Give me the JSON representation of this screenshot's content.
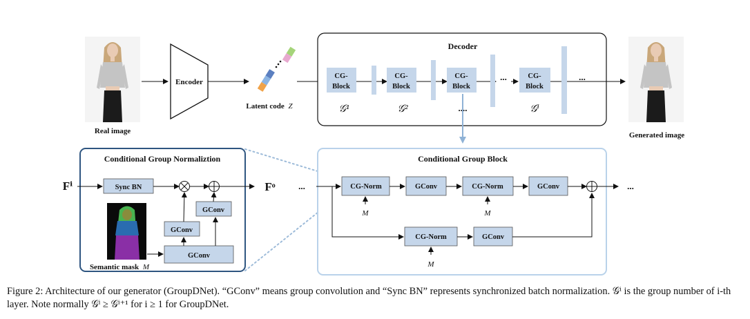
{
  "top": {
    "real_image_label": "Real image",
    "encoder_label": "Encoder",
    "latent_label": "Latent code",
    "latent_symbol": "Z",
    "decoder_title": "Decoder",
    "cg_block_line1": "CG-",
    "cg_block_line2": "Block",
    "group_labels": [
      "𝒢¹",
      "𝒢²",
      "....",
      "𝒢ⁱ"
    ],
    "ellipsis": "...",
    "generated_image_label": "Generated image"
  },
  "cgn": {
    "title": "Conditional Group Normaliztion",
    "f_in": "Fⁱ",
    "f_out": "Fᵒ",
    "sync_bn": "Sync BN",
    "gconv": "GConv",
    "multiply": "⊗",
    "add": "⊕",
    "mask_label": "Semantic mask",
    "mask_symbol": "M"
  },
  "cgb": {
    "title": "Conditional Group Block",
    "cg_norm": "CG-Norm",
    "gconv": "GConv",
    "m_symbol": "M",
    "ellipsis": "...",
    "add": "⊕"
  },
  "caption": {
    "text": "Figure 2: Architecture of our generator (GroupDNet). “GConv” means group convolution and “Sync BN” represents synchronized batch normalization. 𝒢ⁱ is the group number of i-th layer. Note normally 𝒢ⁱ ≥ 𝒢ⁱ⁺¹ for i ≥ 1 for GroupDNet."
  },
  "colors": {
    "block_fill": "#c5d6ea",
    "block_stroke": "#7a98bb",
    "cgn_frame": "#2e5580",
    "cgb_frame": "#b9d2ea",
    "link_dotted": "#9dbbd9",
    "skin": "#e9cbb4",
    "hair": "#c9a77a",
    "sweater": "#c4c4c4",
    "skirt": "#1b1b1b",
    "mask_bg": "#0a0a0a",
    "mask_head": "#8a8c3c",
    "mask_hair": "#49b350",
    "mask_torso": "#2a6cb0",
    "mask_legs": "#8a2fa6"
  }
}
